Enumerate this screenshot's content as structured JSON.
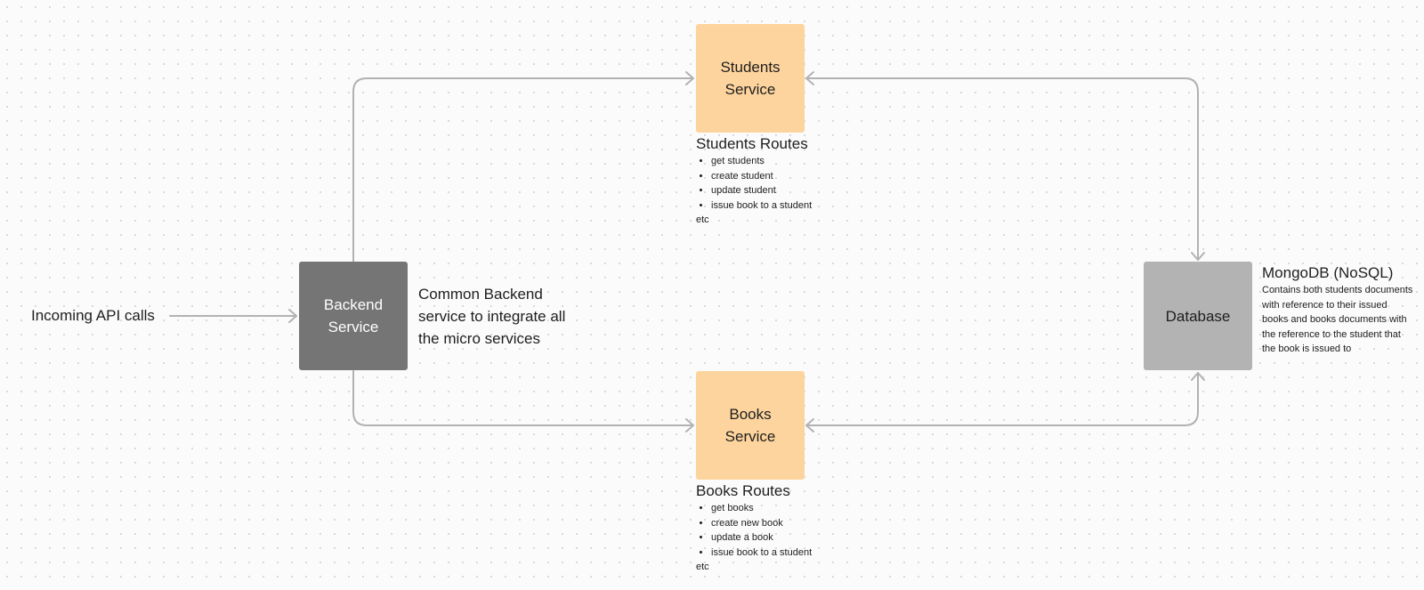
{
  "diagram": {
    "incoming_label": "Incoming API calls",
    "nodes": {
      "backend": "Backend\nService",
      "students": "Students\nService",
      "books": "Books\nService",
      "database": "Database"
    },
    "backend_description": "Common Backend service to integrate all the micro services",
    "students_routes": {
      "title": "Students Routes",
      "items": [
        "get students",
        "create student",
        "update student",
        "issue book to a student"
      ],
      "footer": "etc"
    },
    "books_routes": {
      "title": "Books Routes",
      "items": [
        "get books",
        "create new book",
        "update a book",
        "issue book to a student"
      ],
      "footer": "etc"
    },
    "database_info": {
      "title": "MongoDB (NoSQL)",
      "body": "Contains both students documents with reference to their issued books and books documents with the reference to the student that the book is issued to"
    },
    "colors": {
      "service_fill": "#fdd49d",
      "backend_fill": "#757575",
      "database_fill": "#b3b3b3",
      "connector": "#b2b2b2"
    }
  }
}
